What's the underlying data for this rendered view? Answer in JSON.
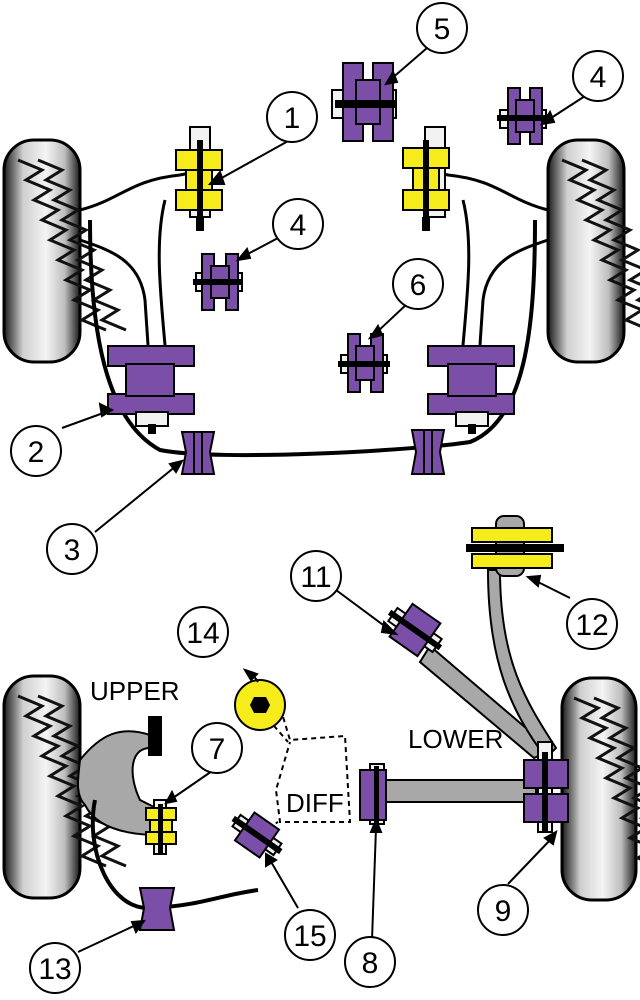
{
  "labels": {
    "upper": "UPPER",
    "lower": "LOWER",
    "diff": "DIFF"
  },
  "callouts": [
    "1",
    "2",
    "3",
    "4",
    "4",
    "5",
    "6",
    "7",
    "8",
    "9",
    "11",
    "12",
    "13",
    "14",
    "15"
  ],
  "colors": {
    "purple": "#7b4fa8",
    "purple_dark": "#5d3a88",
    "yellow": "#f6ec1c",
    "tyre_light": "#e8e8e8",
    "tyre_dark": "#202020",
    "arm_grey": "#a8a8a8",
    "hardware_white": "#f2f2f2",
    "line": "#000000"
  }
}
